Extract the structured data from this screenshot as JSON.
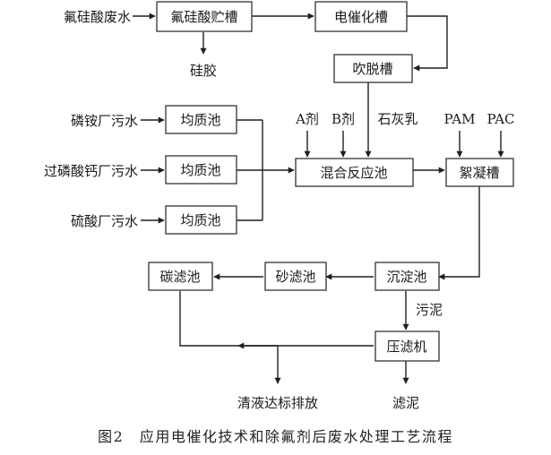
{
  "diagram": {
    "inputs": {
      "fluorosilicic_wastewater": "氟硅酸废水",
      "phosphate_ammonium_wastewater": "磷铵厂污水",
      "superphosphate_wastewater": "过磷酸钙厂污水",
      "sulfuric_acid_wastewater": "硫酸厂污水"
    },
    "units": {
      "fluorosilicic_storage_tank": "氟硅酸贮槽",
      "electrocatalysis_tank": "电催化槽",
      "stripping_tank": "吹脱槽",
      "equalization_tank": "均质池",
      "mixing_reaction_tank": "混合反应池",
      "flocculation_tank": "絮凝槽",
      "sedimentation_tank": "沉淀池",
      "sand_filter": "砂滤池",
      "carbon_filter": "碳滤池",
      "filter_press": "压滤机"
    },
    "reagents": {
      "agent_a": "A剂",
      "agent_b": "B剂",
      "lime_milk": "石灰乳",
      "pam": "PAM",
      "pac": "PAC"
    },
    "outputs": {
      "silica_gel": "硅胶",
      "sludge_label": "污泥",
      "clear_liquid_discharge": "清液达标排放",
      "filter_sludge": "滤泥"
    }
  },
  "caption": "图2　应用电催化技术和除氟剂后废水处理工艺流程"
}
